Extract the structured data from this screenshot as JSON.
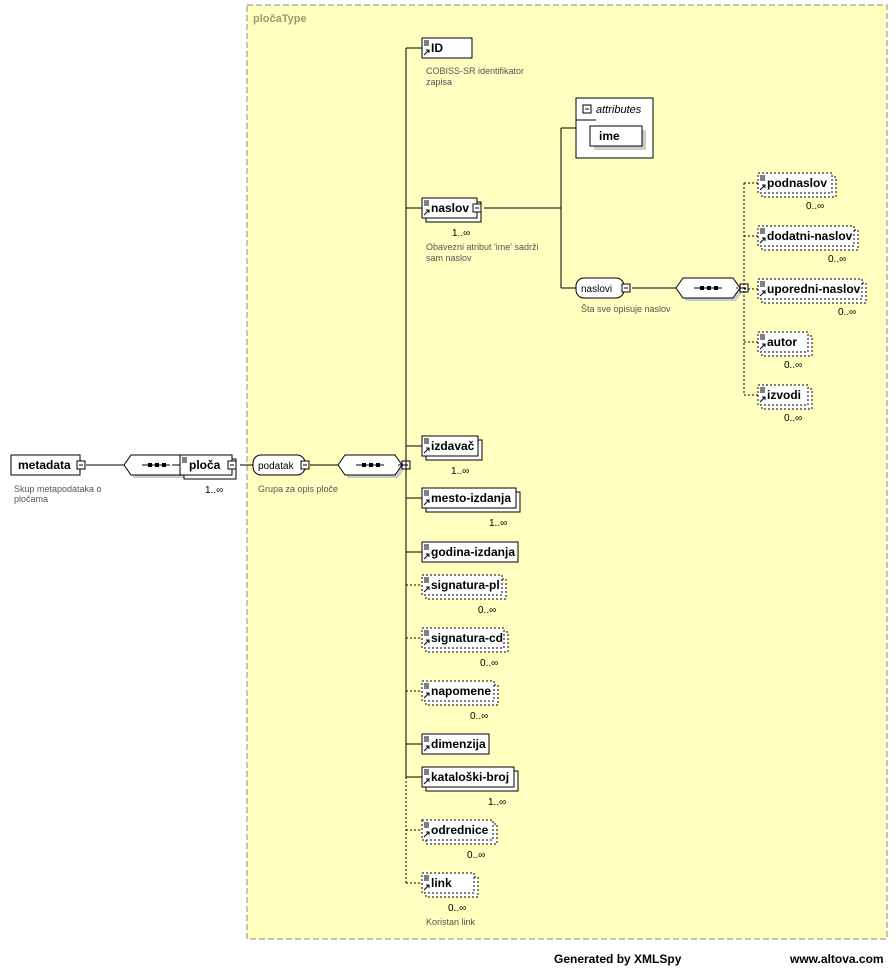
{
  "footer": {
    "generator": "Generated by XMLSpy",
    "site": "www.altova.com"
  },
  "type_label": "pločaType",
  "root": {
    "name": "metadata",
    "doc": [
      "Skup metapodataka o",
      "pločama"
    ]
  },
  "ploca": {
    "name": "ploča",
    "occ": "1..∞"
  },
  "group": {
    "name": "podatak",
    "doc": "Grupa za opis ploče"
  },
  "attributes": {
    "label": "attributes",
    "items": [
      "ime"
    ]
  },
  "naslovi": {
    "name": "naslovi",
    "doc": "Šta sve opisuje naslov"
  },
  "elements": [
    {
      "name": "ID",
      "occ": "",
      "doc": [
        "COBISS-SR identifikator",
        "zapisa"
      ]
    },
    {
      "name": "naslov",
      "occ": "1..∞",
      "doc": [
        "Obavezni atribut 'ime' sadrži",
        "sam naslov"
      ]
    },
    {
      "name": "izdavač",
      "occ": "1..∞",
      "doc": []
    },
    {
      "name": "mesto-izdanja",
      "occ": "1..∞",
      "doc": []
    },
    {
      "name": "godina-izdanja",
      "occ": "",
      "doc": []
    },
    {
      "name": "signatura-pl",
      "occ": "0..∞",
      "doc": []
    },
    {
      "name": "signatura-cd",
      "occ": "0..∞",
      "doc": []
    },
    {
      "name": "napomene",
      "occ": "0..∞",
      "doc": []
    },
    {
      "name": "dimenzija",
      "occ": "",
      "doc": []
    },
    {
      "name": "kataloški-broj",
      "occ": "1..∞",
      "doc": []
    },
    {
      "name": "odrednice",
      "occ": "0..∞",
      "doc": []
    },
    {
      "name": "link",
      "occ": "0..∞",
      "doc": [
        "Koristan link"
      ]
    }
  ],
  "naslovi_children": [
    {
      "name": "podnaslov",
      "occ": "0..∞"
    },
    {
      "name": "dodatni-naslov",
      "occ": "0..∞"
    },
    {
      "name": "uporedni-naslov",
      "occ": "0..∞"
    },
    {
      "name": "autor",
      "occ": "0..∞"
    },
    {
      "name": "izvodi",
      "occ": "0..∞"
    }
  ],
  "colors": {
    "background_panel": "#ffffc0",
    "panel_border": "#888888",
    "line": "#000000"
  }
}
